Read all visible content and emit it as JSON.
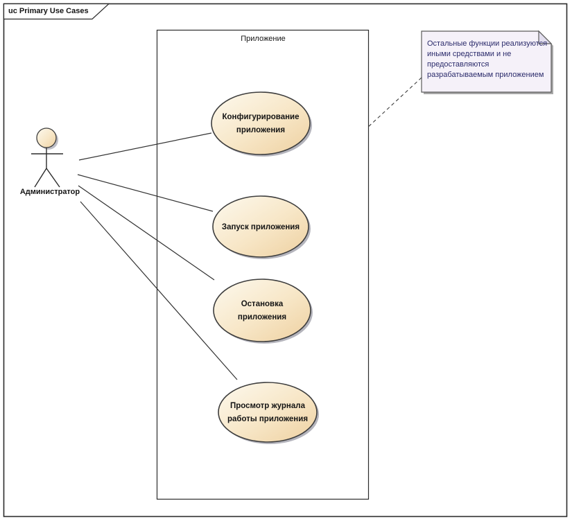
{
  "diagram": {
    "frame_label": "uc Primary Use Cases",
    "boundary": {
      "label": "Приложение"
    },
    "actor": {
      "label": "Администратор"
    },
    "use_cases": [
      {
        "name": "configure-application",
        "label": "Конфигурирование приложения",
        "line1": "Конфигурирование",
        "line2": "приложения"
      },
      {
        "name": "start-application",
        "label": "Запуск приложения",
        "line1": "Запуск приложения",
        "line2": ""
      },
      {
        "name": "stop-application",
        "label": "Остановка приложения",
        "line1": "Остановка",
        "line2": "приложения"
      },
      {
        "name": "view-log",
        "label": "Просмотр журнала работы приложения",
        "line1": "Просмотр журнала",
        "line2": "работы приложения"
      }
    ],
    "note": {
      "text": "Остальные функции реализуются иными средствами и не предоставляются разрабатываемым приложением",
      "lines": [
        "Остальные функции реализуются",
        "иными средствами и не",
        "предоставляются",
        "разрабатываемым приложением"
      ]
    },
    "colors": {
      "ellipse_fill_light": "#fdf9ee",
      "ellipse_fill_dark": "#eed0a0",
      "ellipse_stroke": "#3d3d3d",
      "shadow": "#b4b4bc",
      "note_fill": "#f5f1f9",
      "note_fold": "#e2deee",
      "note_text": "#2b2b6b",
      "line": "#323232"
    }
  }
}
